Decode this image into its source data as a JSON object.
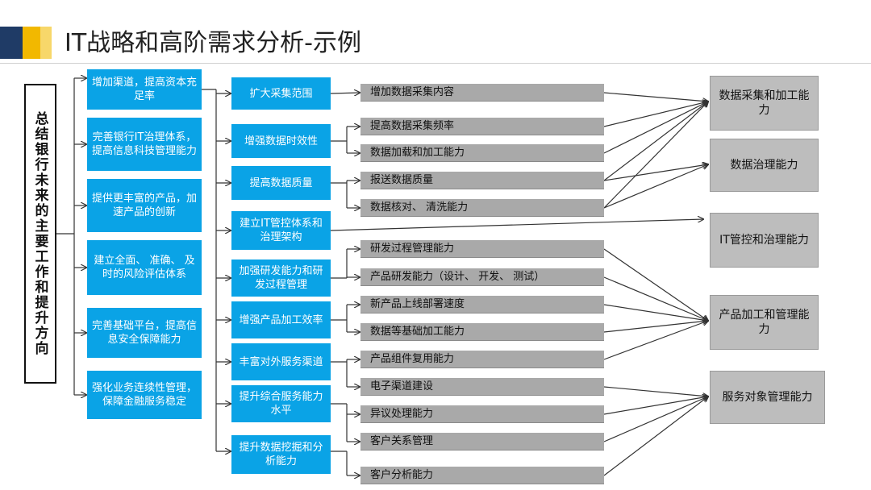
{
  "slide": {
    "title": "IT战略和高阶需求分析-示例",
    "vertical_title": "总结银行未来的主要工作和提升方向"
  },
  "colors": {
    "blue_box": "#0aa3e6",
    "gray_bar": "#a9a9a9",
    "output_box": "#bdbdbd",
    "accent_dark": "#1f3b66",
    "accent_gold": "#f2b800"
  },
  "goals": [
    "增加渠道，提高资本充足率",
    "完善银行IT治理体系，提高信息科技管理能力",
    "提供更丰富的产品，加速产品的创新",
    "建立全面、 准确、 及时的风险评估体系",
    "完善基础平台，提高信息安全保障能力",
    "强化业务连续性管理，保障金融服务稳定"
  ],
  "initiatives": [
    "扩大采集范围",
    "增强数据时效性",
    "提高数据质量",
    "建立IT管控体系和治理架构",
    "加强研发能力和研发过程管理",
    "增强产品加工效率",
    "丰富对外服务渠道",
    "提升综合服务能力水平",
    "提升数据挖掘和分析能力"
  ],
  "capabilities": [
    "增加数据采集内容",
    "提高数据采集频率",
    "数据加载和加工能力",
    "报送数据质量",
    "数据核对、 清洗能力",
    "研发过程管理能力",
    "产品研发能力（设计、 开发、 测试）",
    "新产品上线部署速度",
    "数据等基础加工能力",
    "产品组件复用能力",
    "电子渠道建设",
    "异议处理能力",
    "客户关系管理",
    "客户分析能力"
  ],
  "outcomes": [
    "数据采集和加工能力",
    "数据治理能力",
    "IT管控和治理能力",
    "产品加工和管理能力",
    "服务对象管理能力"
  ]
}
